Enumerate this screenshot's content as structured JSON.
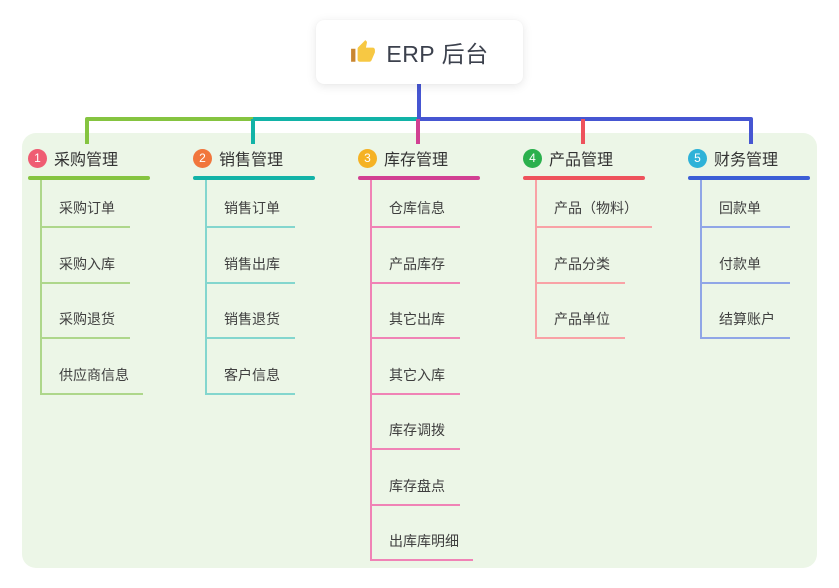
{
  "root": {
    "icon": "thumbs-up-icon",
    "label": "ERP 后台"
  },
  "canvas": {
    "background": "#ffffff",
    "panel_background": "#ecf6e7"
  },
  "connector": {
    "trunk_color": "#4656d2"
  },
  "branches": [
    {
      "index": "1",
      "label": "采购管理",
      "badge_color": "#ef5c72",
      "line_color": "#85c440",
      "light_line_color": "#aed78b",
      "children": [
        "采购订单",
        "采购入库",
        "采购退货",
        "供应商信息"
      ]
    },
    {
      "index": "2",
      "label": "销售管理",
      "badge_color": "#f1763c",
      "line_color": "#12b3a7",
      "light_line_color": "#83d6ce",
      "children": [
        "销售订单",
        "销售出库",
        "销售退货",
        "客户信息"
      ]
    },
    {
      "index": "3",
      "label": "库存管理",
      "badge_color": "#f5b224",
      "line_color": "#d14092",
      "light_line_color": "#f083b6",
      "children": [
        "仓库信息",
        "产品库存",
        "其它出库",
        "其它入库",
        "库存调拨",
        "库存盘点",
        "出库库明细"
      ]
    },
    {
      "index": "4",
      "label": "产品管理",
      "badge_color": "#2bb04d",
      "line_color": "#ee525c",
      "light_line_color": "#f9a2a6",
      "children": [
        "产品（物料）",
        "产品分类",
        "产品单位"
      ]
    },
    {
      "index": "5",
      "label": "财务管理",
      "badge_color": "#2eb2d8",
      "line_color": "#3c5ed6",
      "light_line_color": "#90a6e7",
      "children": [
        "回款单",
        "付款单",
        "结算账户"
      ]
    }
  ]
}
